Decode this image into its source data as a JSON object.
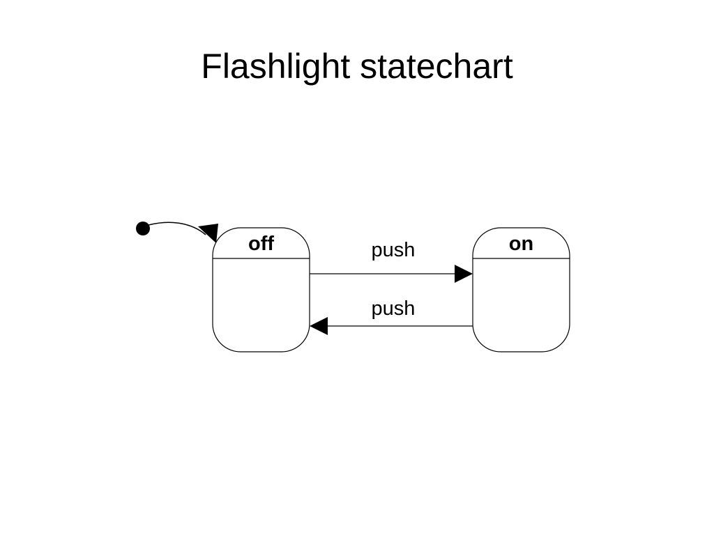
{
  "slide": {
    "title": "Flashlight statechart"
  },
  "states": [
    {
      "name": "off",
      "initial": true
    },
    {
      "name": "on",
      "initial": false
    }
  ],
  "transitions": [
    {
      "from": "off",
      "to": "on",
      "event": "push"
    },
    {
      "from": "on",
      "to": "off",
      "event": "push"
    }
  ]
}
